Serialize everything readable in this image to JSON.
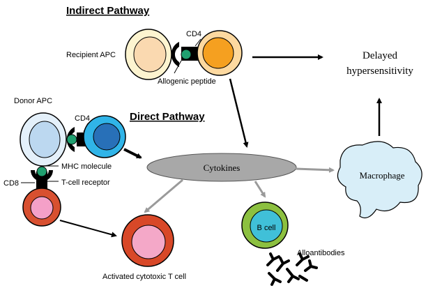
{
  "titles": {
    "indirect": "Indirect Pathway",
    "direct": "Direct Pathway"
  },
  "labels": {
    "recipient_apc": "Recipient APC",
    "cd4_top": "CD4",
    "allogenic_peptide": "Allogenic peptide",
    "delayed_line1": "Delayed",
    "delayed_line2": "hypersensitivity",
    "donor_apc": "Donor APC",
    "cd4_mid": "CD4",
    "mhc_molecule": "MHC molecule",
    "cd8": "CD8",
    "t_cell_receptor": "T-cell receptor",
    "cytokines": "Cytokines",
    "macrophage": "Macrophage",
    "b_cell": "B cell",
    "alloantibodies": "Alloantibodies",
    "activated_t_cell": "Activated cytotoxic T cell"
  },
  "colors": {
    "recipient_apc_outer": "#fdf4d0",
    "recipient_apc_inner": "#fad9b0",
    "cd4_tcell_outer": "#fdd9a0",
    "cd4_tcell_inner": "#f5a020",
    "donor_apc_outer": "#e4f0fa",
    "donor_apc_inner": "#bcd8f0",
    "cd4_direct_outer": "#30b4e8",
    "cd4_direct_inner": "#2870b8",
    "cd8_outer": "#d85030",
    "cd8_inner": "#f4a0c8",
    "ctl_outer": "#d84828",
    "ctl_inner": "#f4a8c8",
    "peptide": "#20a070",
    "cytokines_fill": "#a8a8a8",
    "macrophage_fill": "#d8eef8",
    "bcell_outer": "#8cc040",
    "bcell_inner": "#40c0d8",
    "gray_arrow": "#9a9a9a",
    "black_arrow": "#000000"
  }
}
